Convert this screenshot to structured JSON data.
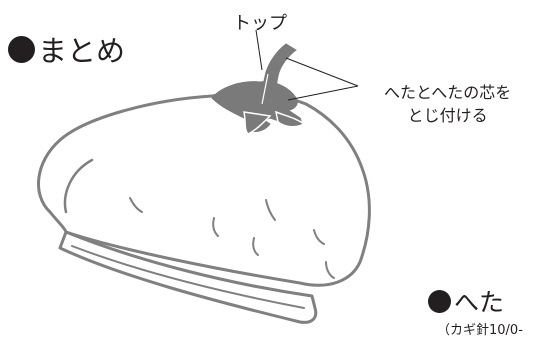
{
  "headings": {
    "summary": "まとめ",
    "heta": "へた"
  },
  "labels": {
    "top": "トップ",
    "attach_line1": "へたとへたの芯を",
    "attach_line2": "とじ付ける",
    "hook_note": "（カギ針10/0-"
  },
  "colors": {
    "ink": "#231f20",
    "outline": "#808080",
    "heta_fill": "#7a7a7a"
  },
  "icons": [
    "bullet-circle-icon"
  ]
}
